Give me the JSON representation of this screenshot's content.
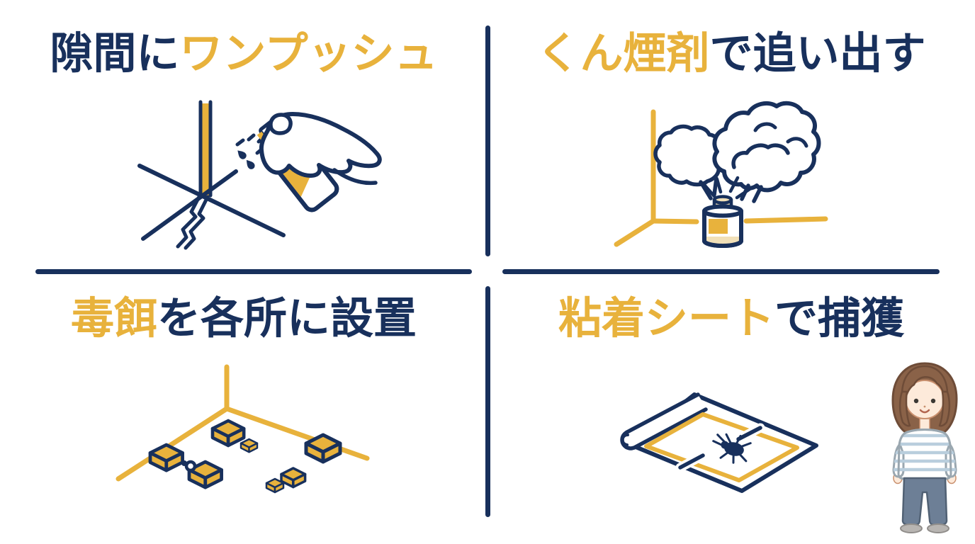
{
  "colors": {
    "background": "#ffffff",
    "navy": "#18305c",
    "yellow": "#e8b23c",
    "cream": "#f1e0b8",
    "character": {
      "hair": "#8a6248",
      "hairline": "#6e4c38",
      "skin": "#fdeada",
      "skinline": "#c9906e",
      "stripe": "#b9cedd",
      "shirtline": "#9aa7b0",
      "pants": "#6d7f96",
      "pantsline": "#516174",
      "shoes": "#b8b5b2",
      "shoesline": "#908d8a"
    }
  },
  "panels": {
    "top_left": {
      "parts": [
        {
          "text": "隙間に",
          "color": "navy"
        },
        {
          "text": "ワンプッシュ",
          "color": "yellow"
        }
      ],
      "illustration": "spray-can-into-wall-gap"
    },
    "top_right": {
      "parts": [
        {
          "text": "くん煙剤",
          "color": "yellow"
        },
        {
          "text": "で追い出す",
          "color": "navy"
        }
      ],
      "illustration": "fumigant-smoke-in-room-corner"
    },
    "bottom_left": {
      "parts": [
        {
          "text": "毒餌",
          "color": "yellow"
        },
        {
          "text": "を各所に設置",
          "color": "navy"
        }
      ],
      "illustration": "bait-boxes-on-floor"
    },
    "bottom_right": {
      "parts": [
        {
          "text": "粘着シート",
          "color": "yellow"
        },
        {
          "text": "で捕獲",
          "color": "navy"
        }
      ],
      "illustration": "adhesive-sheet-with-bug-and-woman"
    }
  }
}
